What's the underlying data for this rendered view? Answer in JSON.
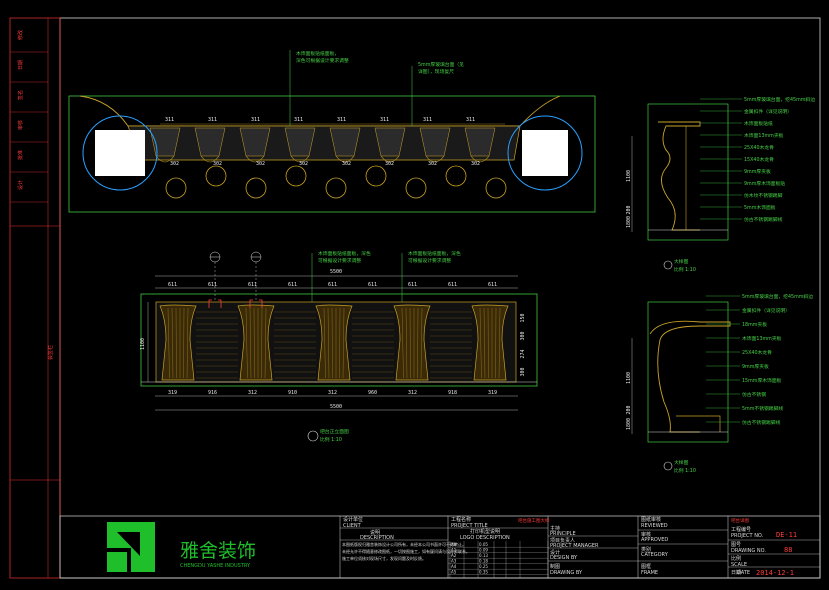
{
  "side_strip": {
    "items": [
      "修改",
      "日期",
      "签名",
      "审核",
      "批准",
      "设计"
    ],
    "bottom_label": "会签栏"
  },
  "plan_view": {
    "dims": [
      "311",
      "311",
      "311",
      "311",
      "311",
      "311",
      "311",
      "311"
    ],
    "lower_dims": [
      "302",
      "302",
      "302",
      "302",
      "302",
      "302",
      "302",
      "302"
    ],
    "note_left": "木饰面板贴纸面板，\n深色可根据设计要求调整",
    "note_right": "5mm厚玻璃台面（见\n详图），现场复尺"
  },
  "front_elevation": {
    "top_dims": [
      "611",
      "611",
      "611",
      "611",
      "611",
      "611",
      "611",
      "611",
      "611"
    ],
    "overall_top": "5500",
    "bottom_dims": [
      "319",
      "916",
      "312",
      "910",
      "312",
      "960",
      "312",
      "918",
      "319"
    ],
    "overall_bottom": "5500",
    "height_dim": "1100",
    "right_dims": [
      "150",
      "300",
      "274",
      "300"
    ],
    "note_left": "木饰面板贴纸面板，深色\n可根据设计要求调整",
    "note_right": "木饰面板贴纸面板，深色\n可根据设计要求调整",
    "label": "吧台正立面图",
    "scale": "比例 1:10"
  },
  "section_a": {
    "notes": [
      "5mm厚玻璃台面，挖45mm斜边",
      "金属扣件（详见说明）",
      "木饰面板贴纸",
      "木饰面13mm夹板",
      "25X40木龙骨",
      "15X40木龙骨",
      "9mm厚夹板",
      "9mm厚木饰面板贴",
      "仿木纹不锈钢踢脚",
      "5mm木饰面板",
      "仿古不锈钢踢脚线"
    ],
    "dims": [
      "1100",
      "200",
      "1800"
    ],
    "label": "大样图",
    "scale": "比例 1:10"
  },
  "section_b": {
    "notes": [
      "5mm厚玻璃台面，挖45mm斜边",
      "金属扣件（详见说明）",
      "18mm夹板",
      "木饰面13mm夹板",
      "25X40木龙骨",
      "9mm厚夹板",
      "15mm厚木饰面板",
      "仿古不锈钢",
      "5mm不锈钢踢脚线",
      "仿古不锈钢踢脚线"
    ],
    "dims": [
      "1100",
      "200",
      "1800"
    ],
    "label": "大样图",
    "scale": "比例 1:10"
  },
  "title_block": {
    "logo_cn": "雅舍装饰",
    "logo_en": "CHENGDU YASHE INDUSTRY",
    "design_unit_label": "设计单位",
    "client_label": "CLIENT",
    "desc_label": "说明",
    "desc_en": "DESCRIPTION",
    "desc_text_1": "本图纸版权归雅舍装饰设计公司所有，未经本公司书面许可不得转让。",
    "desc_text_2": "未经允许不得随意修改图纸，一切按图施工，如有疑问请与设计师联系。",
    "desc_text_3": "施工单位须核对现场尺寸，发现问题及时反馈。",
    "project_label": "工程名称",
    "project_en": "PROJECT TITLE",
    "project_value": "吧台大样图",
    "drawing_desc_label": "打印机型说明",
    "drawing_desc_en": "LOGO DESCRIPTION",
    "table_rows": [
      [
        "A0",
        "",
        "0.05",
        "",
        ""
      ],
      [
        "A1",
        "",
        "0.09",
        "",
        ""
      ],
      [
        "A2",
        "",
        "0.13",
        "",
        ""
      ],
      [
        "A3",
        "",
        "0.18",
        "",
        ""
      ],
      [
        "A4",
        "",
        "0.25",
        "",
        ""
      ],
      [
        "A5",
        "",
        "0.35",
        "",
        ""
      ]
    ],
    "red_note": "吧台施工图大样",
    "principal_label": "主持",
    "principal_en": "PRINCIPLE",
    "pm_label": "项目负责人",
    "pm_en": "PROJECT MANAGER",
    "design_label": "设计",
    "design_en": "DESIGN BY",
    "drawing_label": "制图",
    "drawing_en": "DRAWING BY",
    "review_label": "图纸审核",
    "review_en": "REVIEWED",
    "approve_label": "审核",
    "approve_en": "APPROVED",
    "cat_label": "类别",
    "cat_en": "CATEGORY",
    "frame_label": "图框",
    "frame_en": "FRAME",
    "project_no_label": "工程编号",
    "project_no_en": "PROJECT NO.",
    "project_no": "DE-11",
    "dwg_no_label": "图号",
    "dwg_no_en": "DRAWING NO.",
    "dwg_no": "88",
    "scale_label": "比例",
    "scale_en": "SCALE",
    "date_label": "日期",
    "date_en": "DATE",
    "date": "2014-12-1",
    "top_red": "吧台详图"
  }
}
